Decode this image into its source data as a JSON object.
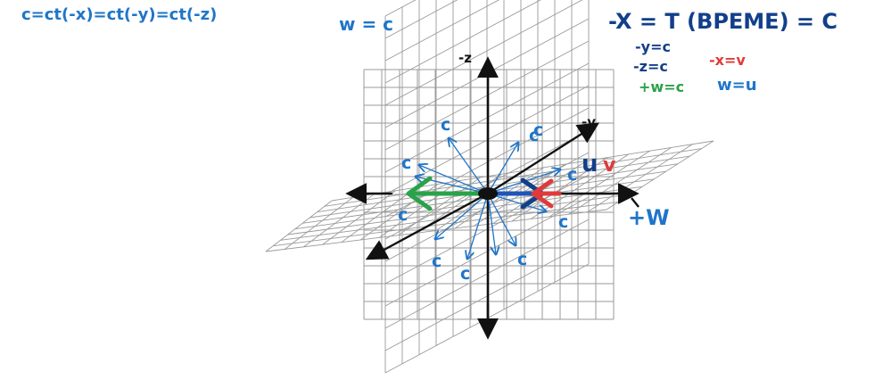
{
  "equations": {
    "top_left": "c=ct(-x)=ct(-y)=ct(-z)",
    "w_eq_c": "w = c",
    "x_eq_t": "-X = T (ВРЕМЕ) = C",
    "y_eq_c": "-y=c",
    "z_eq_c": "-z=c",
    "w_plus_eq_c": "+w=c",
    "x_eq_v": "-x=v",
    "w_eq_u": "w=u"
  },
  "axes": {
    "z_label": "-z",
    "y_label": "-y",
    "w_label": "+W",
    "uv_label_u": "u",
    "uv_label_v": "v"
  },
  "ray_labels": [
    "c",
    "c",
    "c",
    "c",
    "c",
    "c",
    "c",
    "c",
    "c",
    "c"
  ],
  "colors": {
    "blue": "#1f75c9",
    "navy": "#123f8a",
    "red": "#e03a3a",
    "green": "#2aa24a",
    "grid": "#9a9a9a",
    "axis": "#111111"
  }
}
